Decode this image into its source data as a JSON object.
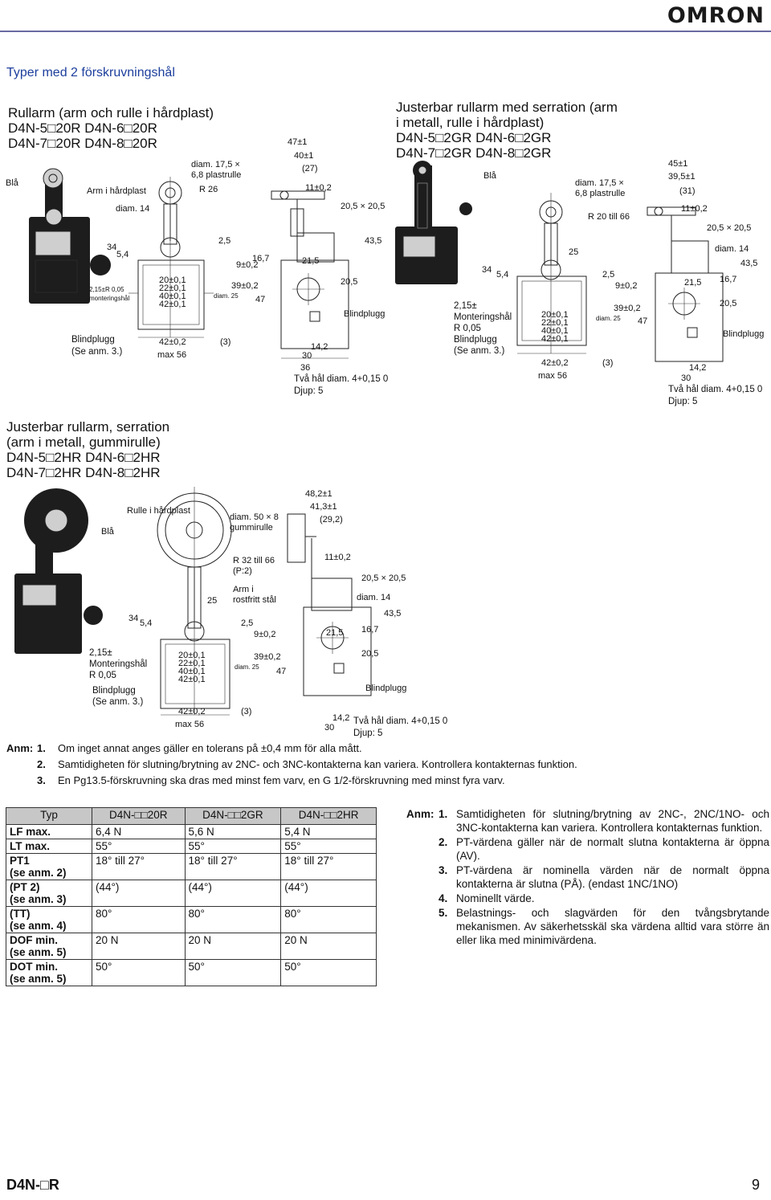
{
  "brand": "OMRON",
  "section_title": "Typer med 2 förskruvningshål",
  "block1": {
    "title": [
      "Rullarm (arm och rulle i hårdplast)",
      "D4N-5□20R        D4N-6□20R",
      "D4N-7□20R        D4N-8□20R"
    ],
    "color": "Blå",
    "arm": "Arm i hårdplast",
    "diam14": "diam. 14",
    "roller": [
      "diam. 17,5 ×",
      "6,8 plastrulle"
    ],
    "r26": "R 26",
    "dims_top": [
      "47±1",
      "40±1",
      "(27)",
      "11±0,2",
      "20,5 × 20,5"
    ],
    "dims_mid": [
      "34",
      "5,4",
      "2,5",
      "16,7",
      "9±0,2",
      "39±0,2",
      "diam. 25",
      "47",
      "21,5",
      "43,5",
      "20,5"
    ],
    "holes": [
      "20±0,1",
      "22±0,1",
      "40±0,1",
      "42±0,1"
    ],
    "mount": [
      "2,15±R 0,05",
      "monteringshål"
    ],
    "plug": [
      "Blindplugg",
      "(Se anm. 3.)"
    ],
    "bottom": [
      "42±0,2",
      "max 56",
      "(3)",
      "14,2",
      "36",
      "30",
      "Blindplugg"
    ],
    "holes_text": [
      "Två hål diam. 4+0,15 0",
      "Djup: 5"
    ]
  },
  "block2": {
    "title": [
      "Justerbar rullarm med serration (arm",
      "i metall, rulle i hårdplast)",
      "D4N-5□2GR        D4N-6□2GR",
      "D4N-7□2GR        D4N-8□2GR"
    ],
    "color": "Blå",
    "roller": [
      "diam. 17,5 ×",
      "6,8 plastrulle"
    ],
    "r": "R 20 till 66",
    "dims_top": [
      "45±1",
      "39,5±1",
      "(31)",
      "11±0,2",
      "20,5 × 20,5",
      "diam. 14"
    ],
    "dims_mid": [
      "25",
      "34",
      "5,4",
      "2,5",
      "9±0,2",
      "39±0,2",
      "diam. 25",
      "47",
      "21,5",
      "43,5",
      "16,7",
      "20,5"
    ],
    "holes": [
      "20±0,1",
      "22±0,1",
      "40±0,1",
      "42±0,1"
    ],
    "mount": [
      "2,15±",
      "Monteringshål",
      "R 0,05",
      "Blindplugg",
      "(Se anm. 3.)"
    ],
    "bottom": [
      "42±0,2",
      "max 56",
      "(3)",
      "14,2",
      "30",
      "Blindplugg"
    ],
    "holes_text": [
      "Två hål diam. 4+0,15 0",
      "Djup: 5"
    ]
  },
  "block3": {
    "title": [
      "Justerbar rullarm, serration",
      "(arm i metall, gummirulle)",
      "D4N-5□2HR        D4N-6□2HR",
      "D4N-7□2HR        D4N-8□2HR"
    ],
    "color": "Blå",
    "roller_label": "Rulle i hårdplast",
    "rubber": [
      "diam. 50 × 8",
      "gummirulle"
    ],
    "r": [
      "R 32 till 66",
      "(P:2)"
    ],
    "arm": [
      "Arm i",
      "rostfritt stål"
    ],
    "dims_top": [
      "48,2±1",
      "41,3±1",
      "(29,2)",
      "11±0,2",
      "20,5 × 20,5",
      "diam. 14",
      "43,5",
      "16,7",
      "21,5",
      "20,5"
    ],
    "dims_mid": [
      "34",
      "5,4",
      "25",
      "2,5",
      "9±0,2",
      "39±0,2",
      "diam. 25",
      "47"
    ],
    "holes": [
      "20±0,1",
      "22±0,1",
      "40±0,1",
      "42±0,1"
    ],
    "mount": [
      "2,15±",
      "Monteringshål",
      "R 0,05",
      "Blindplugg",
      "(Se anm. 3.)"
    ],
    "bottom": [
      "42±0,2",
      "max 56",
      "(3)",
      "14,2",
      "30",
      "Blindplugg"
    ],
    "holes_text": [
      "Två hål diam. 4+0,15 0",
      "Djup: 5"
    ]
  },
  "notes1": {
    "prefix": "Anm:",
    "items": [
      {
        "n": "1.",
        "text": "Om inget annat anges gäller en tolerans på ±0,4 mm för alla mått."
      },
      {
        "n": "2.",
        "text": "Samtidigheten för slutning/brytning av 2NC- och 3NC-kontakterna kan variera. Kontrollera kontakternas funktion."
      },
      {
        "n": "3.",
        "text": "En Pg13.5-förskruvning ska dras med minst fem varv, en G 1/2-förskruvning med minst fyra varv."
      }
    ]
  },
  "table": {
    "headers": [
      "Typ",
      "D4N-□□20R",
      "D4N-□□2GR",
      "D4N-□□2HR"
    ],
    "rows": [
      {
        "label": "LF max.",
        "label2": "",
        "v": [
          "6,4 N",
          "5,6 N",
          "5,4 N"
        ]
      },
      {
        "label": "LT max.",
        "label2": "",
        "v": [
          "55°",
          "55°",
          "55°"
        ]
      },
      {
        "label": "PT1",
        "label2": "(se anm. 2)",
        "v": [
          "18° till 27°",
          "18° till 27°",
          "18° till 27°"
        ]
      },
      {
        "label": "(PT 2)",
        "label2": "(se anm. 3)",
        "v": [
          "(44°)",
          "(44°)",
          "(44°)"
        ]
      },
      {
        "label": "(TT)",
        "label2": "(se anm. 4)",
        "v": [
          "80°",
          "80°",
          "80°"
        ]
      },
      {
        "label": "DOF min.",
        "label2": "(se anm. 5)",
        "v": [
          "20 N",
          "20 N",
          "20 N"
        ]
      },
      {
        "label": "DOT min.",
        "label2": "(se anm. 5)",
        "v": [
          "50°",
          "50°",
          "50°"
        ]
      }
    ]
  },
  "notes2": {
    "prefix": "Anm:",
    "items": [
      {
        "n": "1.",
        "text": "Samtidigheten för slutning/brytning av 2NC-, 2NC/1NO- och 3NC-kontakterna kan variera. Kontrollera kontakternas funktion."
      },
      {
        "n": "2.",
        "text": "PT-värdena gäller när de normalt slutna kontakterna är öppna (AV)."
      },
      {
        "n": "3.",
        "text": "PT-värdena är nominella värden när de normalt öppna kontakterna är slutna (PÅ). (endast 1NC/1NO)"
      },
      {
        "n": "4.",
        "text": "Nominellt värde."
      },
      {
        "n": "5.",
        "text": "Belastnings- och slagvärden för den tvångsbrytande mekanismen. Av säkerhetsskäl ska värdena alltid vara större än eller lika med minimivärdena."
      }
    ]
  },
  "footer": {
    "code": "D4N-□R",
    "page": "9"
  }
}
